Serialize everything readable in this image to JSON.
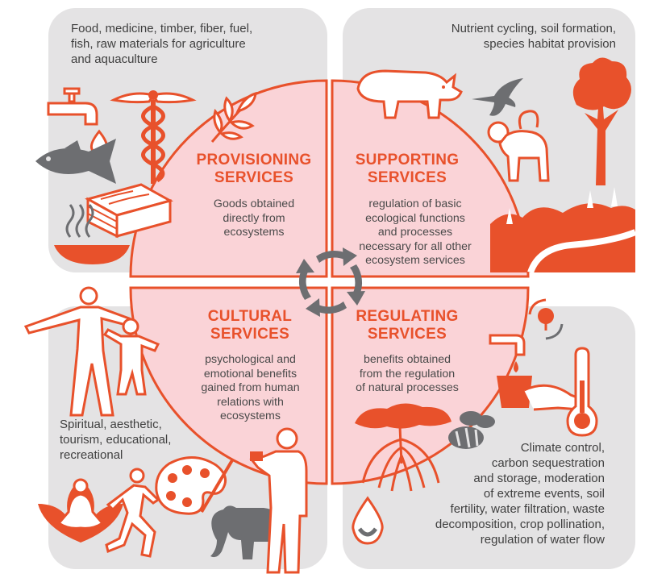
{
  "quadrants": {
    "provisioning": {
      "title_line1": "PROVISIONING",
      "title_line2": "SERVICES",
      "desc_lines": [
        "Goods obtained",
        "directly from",
        "ecosystems"
      ],
      "examples_lines": [
        "Food, medicine, timber, fiber, fuel,",
        "fish, raw materials for agriculture",
        "and aquaculture"
      ]
    },
    "supporting": {
      "title_line1": "SUPPORTING",
      "title_line2": "SERVICES",
      "desc_lines": [
        "regulation of basic",
        "ecological functions",
        "and processes",
        "necessary for all other",
        "ecosystem services"
      ],
      "examples_lines": [
        "Nutrient cycling, soil formation,",
        "species habitat provision"
      ]
    },
    "cultural": {
      "title_line1": "CULTURAL",
      "title_line2": "SERVICES",
      "desc_lines": [
        "psychological and",
        "emotional benefits",
        "gained from human",
        "relations with",
        "ecosystems"
      ],
      "examples_lines": [
        "Spiritual, aesthetic,",
        "tourism, educational,",
        "recreational"
      ]
    },
    "regulating": {
      "title_line1": "REGULATING",
      "title_line2": "SERVICES",
      "desc_lines": [
        "benefits obtained",
        "from the regulation",
        "of natural processes"
      ],
      "examples_lines": [
        "Climate control,",
        "carbon sequestration",
        "and storage, moderation",
        "of extreme events, soil",
        "fertility, water filtration, waste",
        "decomposition, crop pollination,",
        "regulation of water flow"
      ]
    }
  },
  "colors": {
    "accent": "#e8512b",
    "quadrant_fill": "#fad3d7",
    "panel_bg": "#e4e3e4",
    "icon_gray": "#6d6e71",
    "text": "#3f3f3f"
  },
  "icons": [
    "water-tap-icon",
    "caduceus-icon",
    "leaf-branch-icon",
    "fish-icon",
    "water-drop-icon",
    "timber-icon",
    "food-bowl-icon",
    "rhino-icon",
    "bird-icon",
    "tree-icon",
    "monkey-icon",
    "landscape-icon",
    "dancing-figures-icon",
    "meditation-icon",
    "runner-icon",
    "paint-palette-icon",
    "elephant-icon",
    "photographer-icon",
    "tree-globe-icon",
    "tap-glass-icon",
    "thermometer-icon",
    "bee-icon",
    "mangrove-icon",
    "droplet-icon",
    "cycle-arrows-icon"
  ]
}
